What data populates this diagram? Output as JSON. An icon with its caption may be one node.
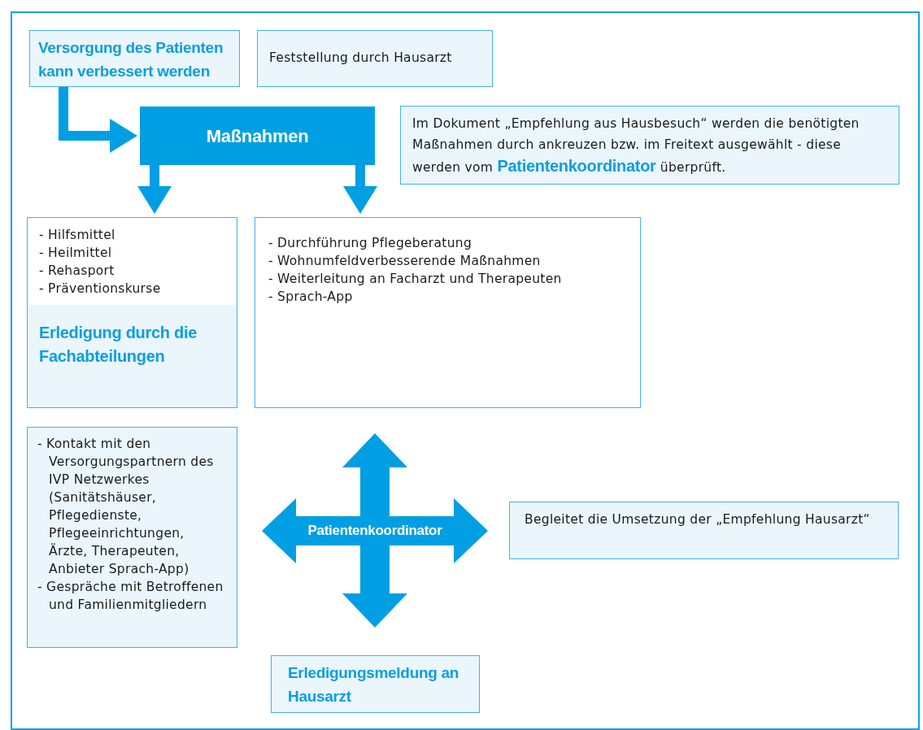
{
  "diagram": {
    "nodes": [
      {
        "text": [
          "Versorgung des Patienten kann verbessert werden"
        ]
      },
      {
        "text": [
          "Feststellung durch Hausarzt"
        ]
      },
      {
        "text": [
          "Maßnahmen"
        ]
      },
      {
        "text": [
          "Im Dokument „Empfehlung aus Hausbesuch“ werden die benötigten Maßnahmen  durch ankreuzen bzw. im Freitext ausgewählt - diese werden vom **Patientenkoordinator** überprüft."
        ]
      },
      {
        "text": [
          "- Hilfsmittel",
          "- Heilmittel",
          "- Rehasport",
          "- Präventionskurse",
          "Erledigung durch die Fachabteilungen"
        ]
      },
      {
        "text": [
          "- Durchführung Pflegeberatung",
          "- Wohnumfeldverbesserende Maßnahmen",
          "- Weiterleitung an Facharzt und Therapeuten",
          "- Sprach-App"
        ]
      },
      {
        "text": [
          "- Kontakt mit den Versorgungspartnern des IVP Netzwerkes (Sanitätshäuser, Pflegedienste, Pflegeeinrichtungen, Ärzte, Therapeuten, Anbieter Sprach-App)",
          "- Gespräche mit Betroffenen und Familienmitgliedern"
        ]
      },
      {
        "text": [
          "Patientenkoordinator"
        ]
      },
      {
        "text": [
          "Begleitet die Umsetzung der „Empfehlung Hausarzt“"
        ]
      },
      {
        "text": [
          "Erledigungsmeldung an Hausarzt"
        ]
      }
    ],
    "edges": [
      {
        "from": 0,
        "to": 2,
        "arrow": "to"
      },
      {
        "from": 2,
        "to": 4,
        "arrow": "to"
      },
      {
        "from": 2,
        "to": 5,
        "arrow": "to"
      },
      {
        "from": 7,
        "to": null,
        "arrow": "to",
        "style": "thick"
      },
      {
        "from": 7,
        "to": null,
        "arrow": "to",
        "style": "thick"
      },
      {
        "from": 7,
        "to": null,
        "arrow": "to",
        "style": "thick"
      },
      {
        "from": 7,
        "to": null,
        "arrow": "to",
        "style": "thick"
      }
    ]
  }
}
